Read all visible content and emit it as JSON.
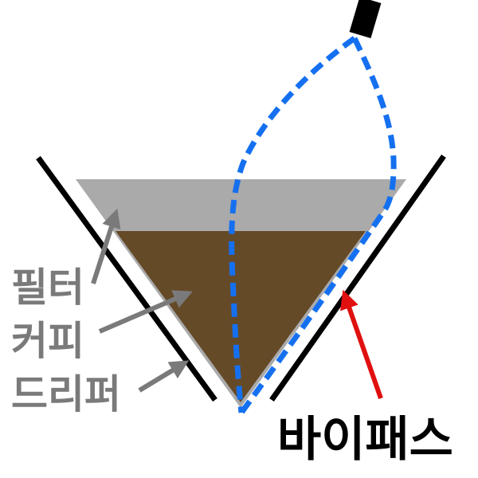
{
  "labels": {
    "filter": "필터",
    "coffee": "커피",
    "dripper": "드리퍼",
    "bypass": "바이패스"
  },
  "colors": {
    "filter": "#aaaaaa",
    "coffee": "#654a28",
    "dripper": "#000000",
    "bypass_path": "#1570f0",
    "label_gray": "#7a7a7a",
    "arrow_gray": "#7a7a7a",
    "arrow_red": "#e01010",
    "spout": "#000000"
  }
}
